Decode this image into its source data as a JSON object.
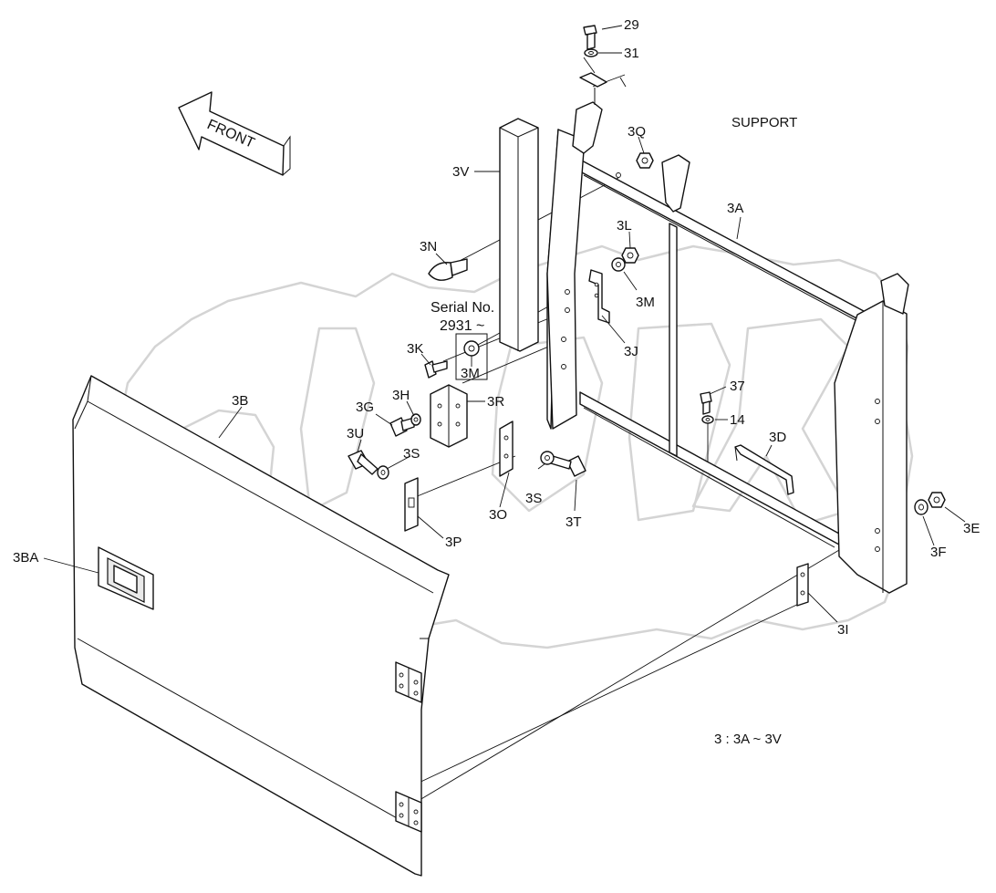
{
  "labels": {
    "l29": "29",
    "l31": "31",
    "support": "SUPPORT",
    "l3Q": "3Q",
    "l3V": "3V",
    "l3A": "3A",
    "l3L": "3L",
    "l3N": "3N",
    "l3M_a": "3M",
    "serial": "Serial No.",
    "serial_num": "2931 ~",
    "l3J": "3J",
    "l3K": "3K",
    "l3M_b": "3M",
    "l3B": "3B",
    "l3H": "3H",
    "l3R": "3R",
    "l3G": "3G",
    "l37": "37",
    "l14": "14",
    "l3U": "3U",
    "l3S_a": "3S",
    "l3D": "3D",
    "l3S_b": "3S",
    "l3O": "3O",
    "l3T": "3T",
    "l3P": "3P",
    "l3E": "3E",
    "l3F": "3F",
    "l3BA": "3BA",
    "l3I": "3I",
    "range": "3 : 3A ~ 3V",
    "front": "FRONT"
  },
  "icons": [
    "front-arrow-icon",
    "bolt-icon",
    "washer-icon",
    "nut-icon",
    "hinge-icon",
    "handle-icon"
  ]
}
